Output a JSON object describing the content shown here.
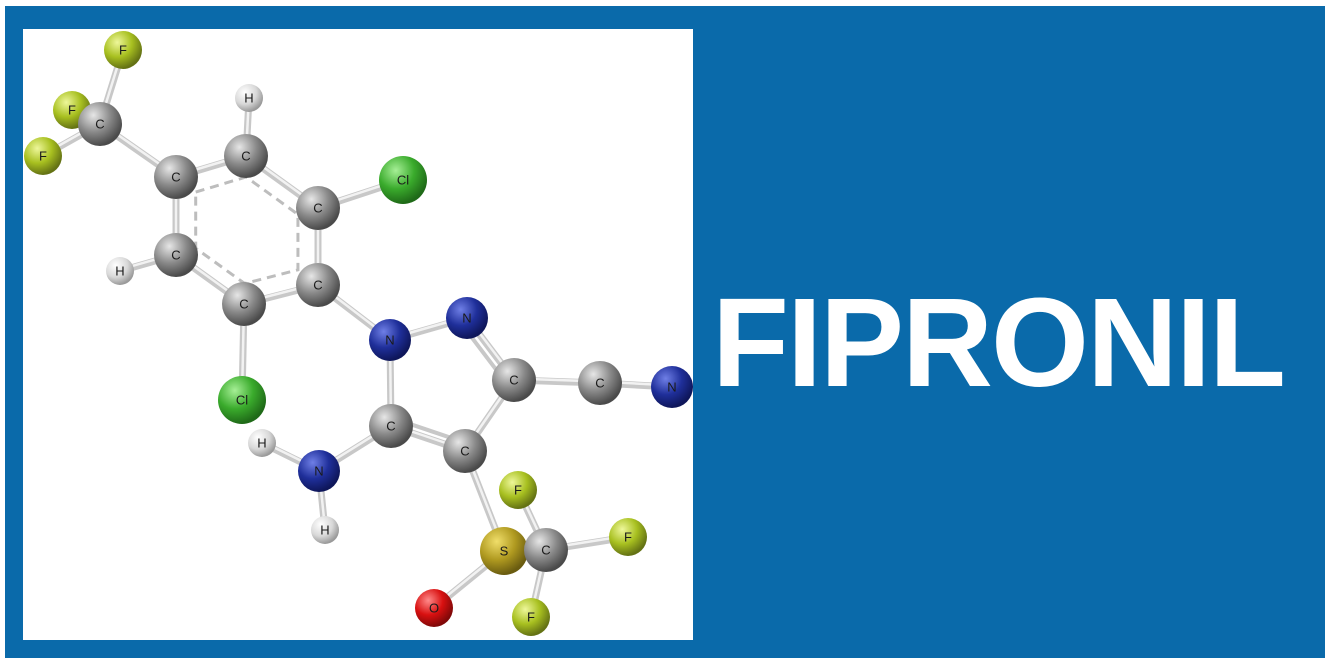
{
  "title": "FIPRONIL",
  "colors": {
    "frame": "#0a6aaa",
    "panel": "#ffffff",
    "carbon": "#8a8a8a",
    "hydrogen": "#d8d8d8",
    "nitrogen": "#1f2f9a",
    "chlorine": "#3aab2c",
    "fluorine": "#a8c020",
    "sulfur": "#b09a20",
    "oxygen": "#d81010",
    "bond": "#c8c8c8"
  },
  "atoms": [
    {
      "id": "f1",
      "element": "F",
      "label": "F"
    },
    {
      "id": "f2",
      "element": "F",
      "label": "F"
    },
    {
      "id": "f3",
      "element": "F",
      "label": "F"
    },
    {
      "id": "c_cf3",
      "element": "C",
      "label": "C"
    },
    {
      "id": "h_top",
      "element": "H",
      "label": "H"
    },
    {
      "id": "c_ring1",
      "element": "C",
      "label": "C"
    },
    {
      "id": "c_ring2",
      "element": "C",
      "label": "C"
    },
    {
      "id": "c_ring3",
      "element": "C",
      "label": "C"
    },
    {
      "id": "cl1",
      "element": "Cl",
      "label": "Cl"
    },
    {
      "id": "h_left",
      "element": "H",
      "label": "H"
    },
    {
      "id": "c_ring4",
      "element": "C",
      "label": "C"
    },
    {
      "id": "c_ring5",
      "element": "C",
      "label": "C"
    },
    {
      "id": "c_ring6",
      "element": "C",
      "label": "C"
    },
    {
      "id": "cl2",
      "element": "Cl",
      "label": "Cl"
    },
    {
      "id": "n1",
      "element": "N",
      "label": "N"
    },
    {
      "id": "n2",
      "element": "N",
      "label": "N"
    },
    {
      "id": "c_pz3",
      "element": "C",
      "label": "C"
    },
    {
      "id": "c_cn",
      "element": "C",
      "label": "C"
    },
    {
      "id": "n_cn",
      "element": "N",
      "label": "N"
    },
    {
      "id": "c_pz5",
      "element": "C",
      "label": "C"
    },
    {
      "id": "c_pz4",
      "element": "C",
      "label": "C"
    },
    {
      "id": "h_nh1",
      "element": "H",
      "label": "H"
    },
    {
      "id": "n_amine",
      "element": "N",
      "label": "N"
    },
    {
      "id": "h_nh2",
      "element": "H",
      "label": "H"
    },
    {
      "id": "s",
      "element": "S",
      "label": "S"
    },
    {
      "id": "c_scf3",
      "element": "C",
      "label": "C"
    },
    {
      "id": "f4",
      "element": "F",
      "label": "F"
    },
    {
      "id": "f5",
      "element": "F",
      "label": "F"
    },
    {
      "id": "f6",
      "element": "F",
      "label": "F"
    },
    {
      "id": "o",
      "element": "O",
      "label": "O"
    }
  ],
  "bonds": [
    [
      "f1",
      "c_cf3"
    ],
    [
      "f2",
      "c_cf3"
    ],
    [
      "f3",
      "c_cf3"
    ],
    [
      "c_cf3",
      "c_ring1"
    ],
    [
      "c_ring1",
      "c_ring2"
    ],
    [
      "c_ring2",
      "h_top"
    ],
    [
      "c_ring2",
      "c_ring3"
    ],
    [
      "c_ring3",
      "cl1"
    ],
    [
      "c_ring3",
      "c_ring6"
    ],
    [
      "c_ring6",
      "c_ring5"
    ],
    [
      "c_ring5",
      "c_ring4"
    ],
    [
      "c_ring4",
      "c_ring1"
    ],
    [
      "c_ring4",
      "h_left"
    ],
    [
      "c_ring5",
      "cl2"
    ],
    [
      "c_ring6",
      "n1"
    ],
    [
      "n1",
      "n2"
    ],
    [
      "n2",
      "c_pz3"
    ],
    [
      "c_pz3",
      "c_pz4"
    ],
    [
      "c_pz4",
      "c_pz5"
    ],
    [
      "c_pz5",
      "n1"
    ],
    [
      "c_pz3",
      "c_cn"
    ],
    [
      "c_cn",
      "n_cn"
    ],
    [
      "c_pz5",
      "n_amine"
    ],
    [
      "n_amine",
      "h_nh1"
    ],
    [
      "n_amine",
      "h_nh2"
    ],
    [
      "c_pz4",
      "s"
    ],
    [
      "s",
      "c_scf3"
    ],
    [
      "s",
      "o"
    ],
    [
      "c_scf3",
      "f4"
    ],
    [
      "c_scf3",
      "f5"
    ],
    [
      "c_scf3",
      "f6"
    ]
  ]
}
